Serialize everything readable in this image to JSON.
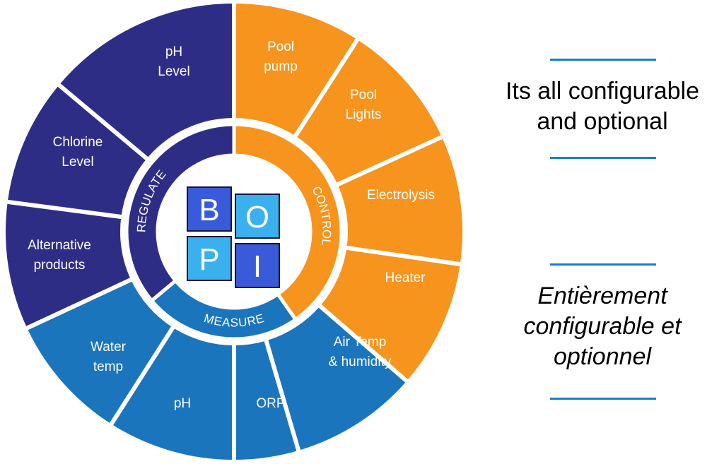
{
  "colors": {
    "regulate": "#2e2d86",
    "control": "#f7941d",
    "measure": "#1b75bc",
    "logo_light": "#3ab0ef",
    "logo_dark": "#3a5bd9",
    "rule": "#1a7ec6"
  },
  "logo": {
    "letters": [
      "B",
      "O",
      "P",
      "I"
    ]
  },
  "rings": {
    "regulate": "REGULATE",
    "control": "CONTROL",
    "measure": "MEASURE"
  },
  "segments": [
    {
      "id": "pool-pump",
      "group": "control",
      "lines": [
        "Pool",
        "pump"
      ]
    },
    {
      "id": "pool-lights",
      "group": "control",
      "lines": [
        "Pool",
        "Lights"
      ]
    },
    {
      "id": "electrolysis",
      "group": "control",
      "lines": [
        "Electrolysis"
      ]
    },
    {
      "id": "heater",
      "group": "control",
      "lines": [
        "Heater"
      ]
    },
    {
      "id": "air-temp",
      "group": "measure",
      "lines": [
        "Air Temp",
        "& humidity"
      ]
    },
    {
      "id": "orp",
      "group": "measure",
      "lines": [
        "ORP"
      ]
    },
    {
      "id": "ph",
      "group": "measure",
      "lines": [
        "pH"
      ]
    },
    {
      "id": "water-temp",
      "group": "measure",
      "lines": [
        "Water",
        "temp"
      ]
    },
    {
      "id": "alternative-products",
      "group": "regulate",
      "lines": [
        "Alternative",
        "products"
      ]
    },
    {
      "id": "chlorine-level",
      "group": "regulate",
      "lines": [
        "Chlorine",
        "Level"
      ]
    },
    {
      "id": "ph-level",
      "group": "regulate",
      "lines": [
        "pH",
        "Level"
      ]
    }
  ],
  "captions": {
    "english": [
      "Its all configurable",
      "and optional"
    ],
    "french": [
      "Entièrement",
      "configurable et",
      "optionnel"
    ]
  }
}
